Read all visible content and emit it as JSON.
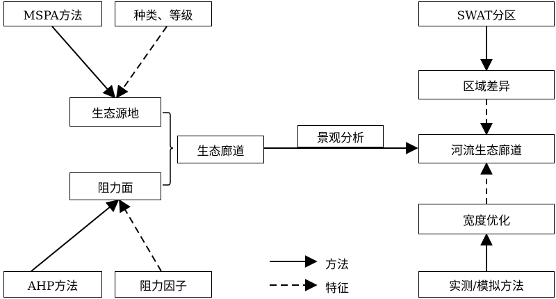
{
  "nodes": {
    "mspa": "MSPA方法",
    "species_level": "种类、等级",
    "eco_source": "生态源地",
    "resistance_surface": "阻力面",
    "ahp": "AHP方法",
    "resistance_factor": "阻力因子",
    "eco_corridor": "生态廊道",
    "landscape_analysis": "景观分析",
    "swat": "SWAT分区",
    "regional_diff": "区域差异",
    "river_corridor": "河流生态廊道",
    "width_opt": "宽度优化",
    "measure_sim": "实测/模拟方法"
  },
  "legend": {
    "method": "方法",
    "feature": "特征"
  }
}
